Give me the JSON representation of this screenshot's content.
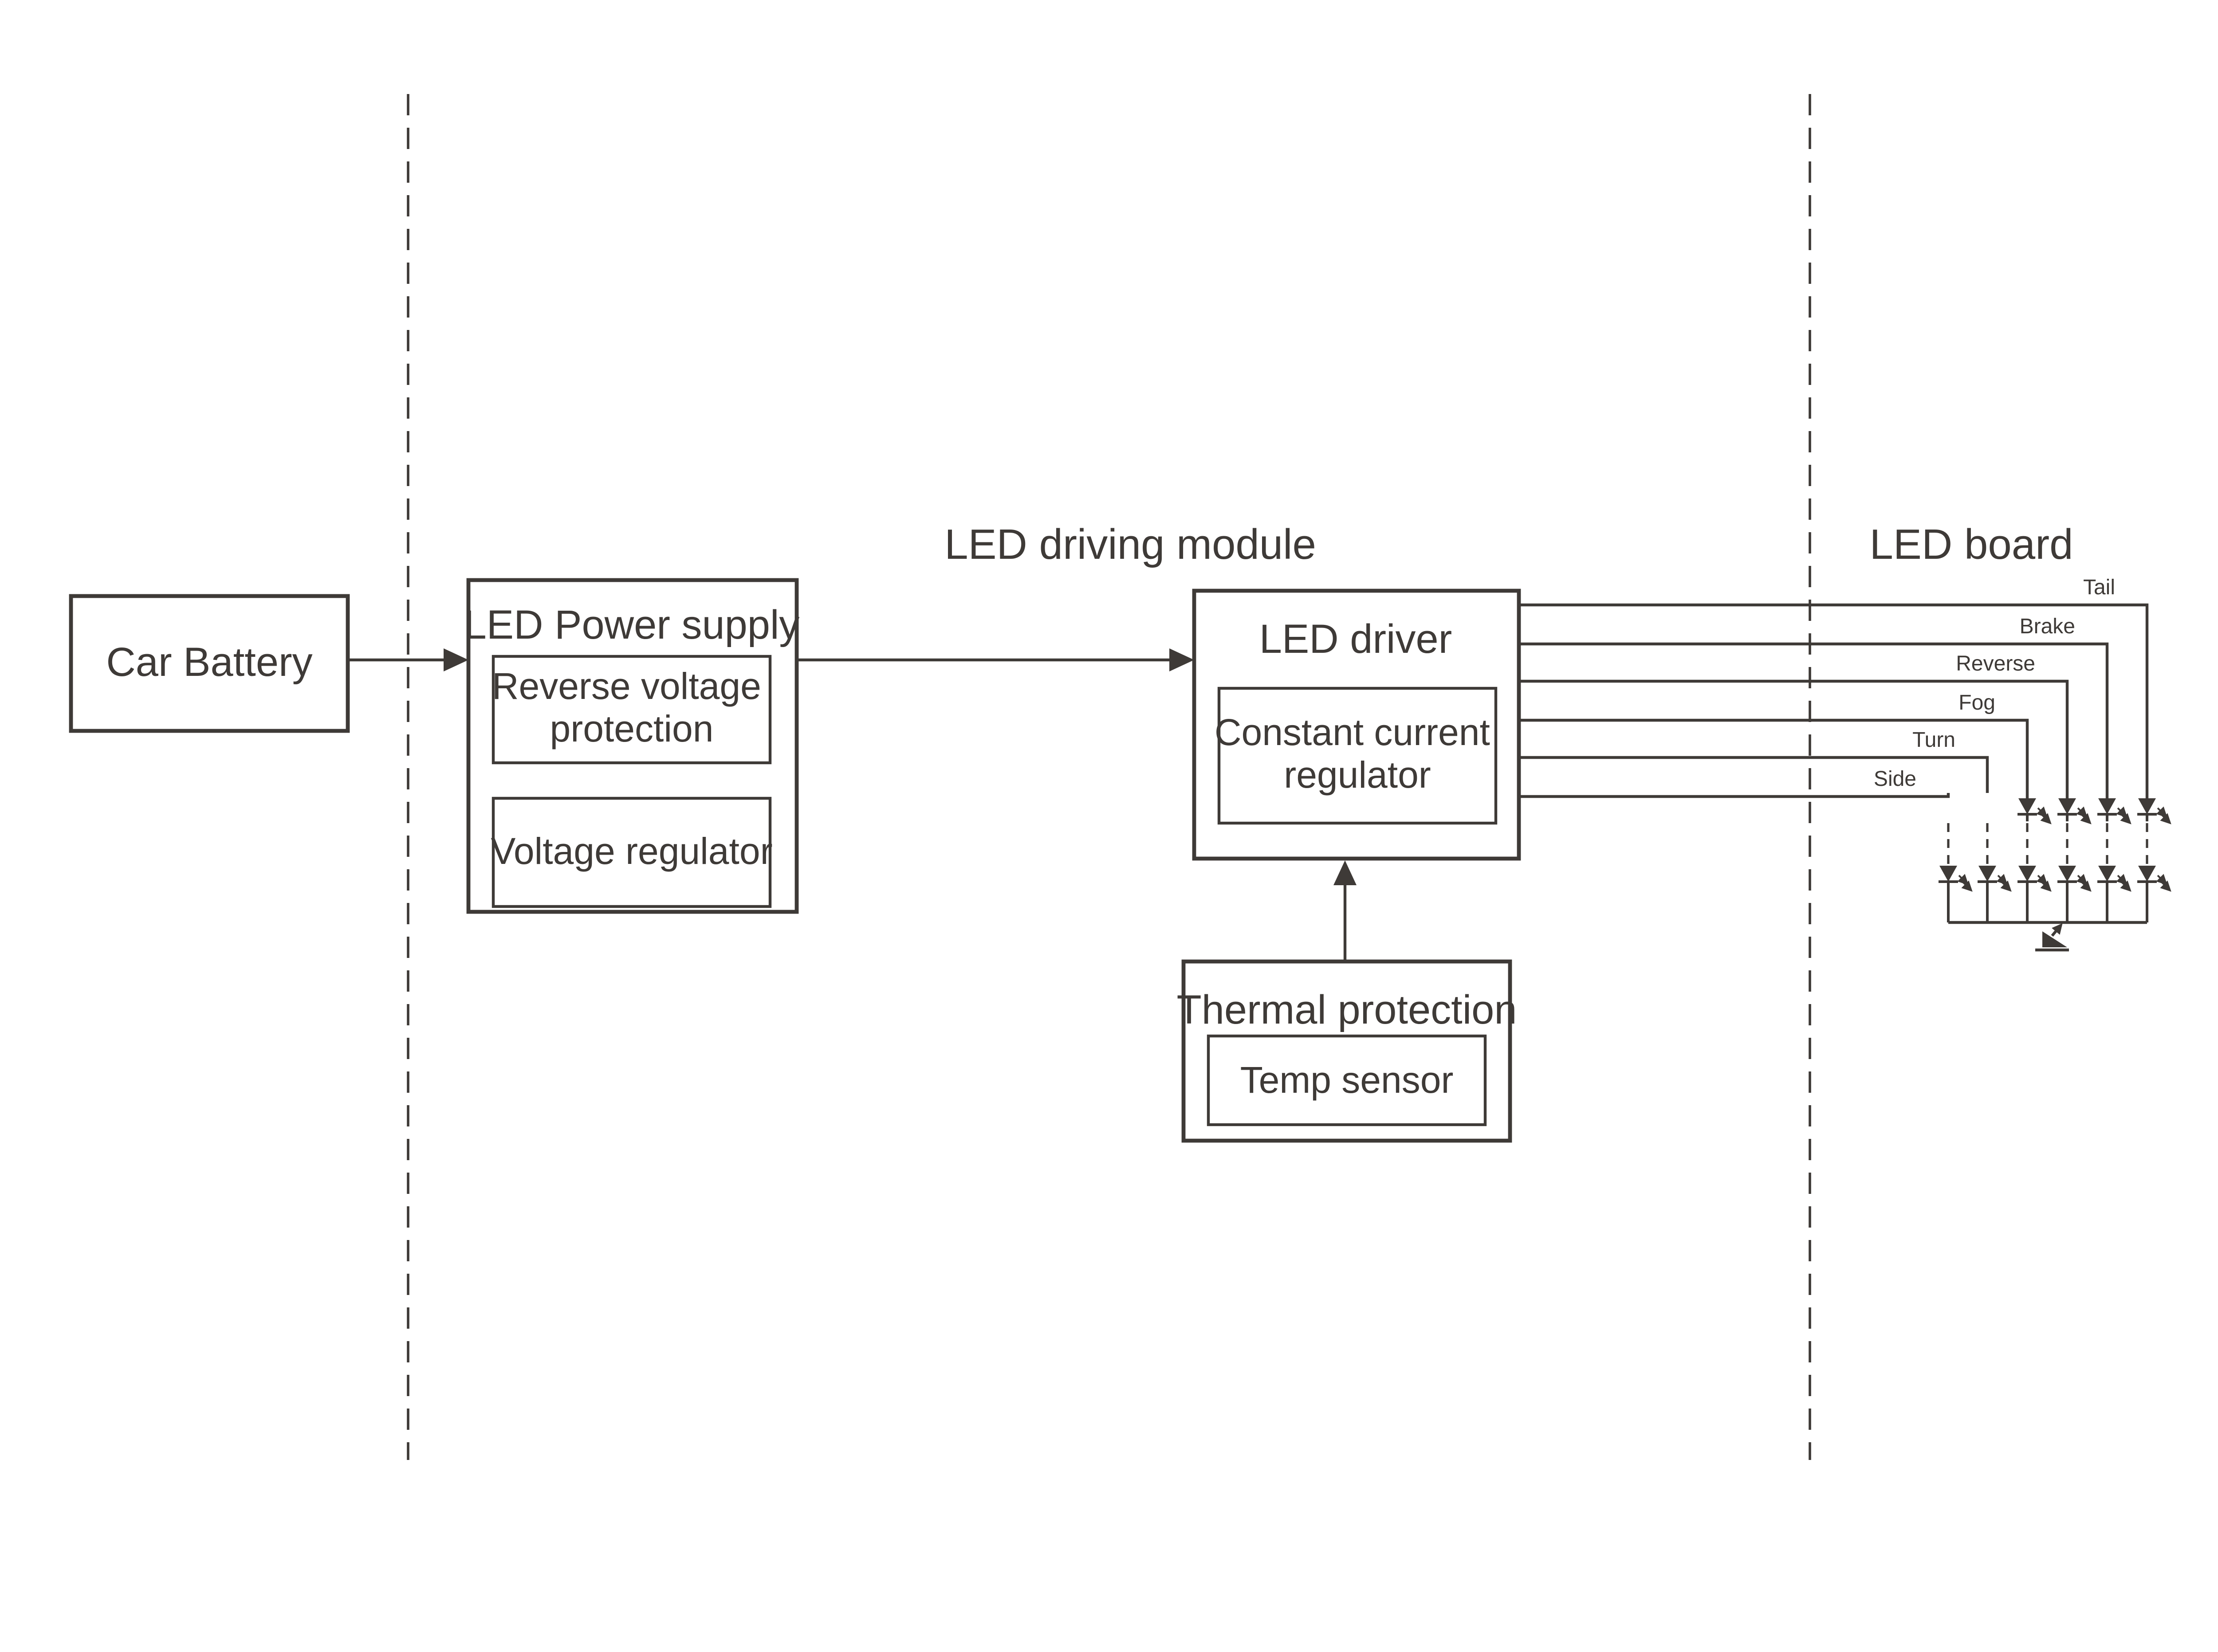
{
  "diagram": {
    "section_labels": {
      "driving_module": "LED driving module",
      "led_board": "LED board"
    },
    "nodes": {
      "car_battery": {
        "label": "Car Battery"
      },
      "led_power_supply": {
        "title": "LED Power supply",
        "blocks": [
          {
            "label": "Reverse voltage protection",
            "lines": [
              "Reverse voltage",
              "protection"
            ]
          },
          {
            "label": "Voltage regulator",
            "lines": [
              "Voltage regulator"
            ]
          }
        ]
      },
      "led_driver": {
        "title": "LED driver",
        "blocks": [
          {
            "label": "Constant current regulator",
            "lines": [
              "Constant current",
              "regulator"
            ]
          }
        ]
      },
      "thermal_protection": {
        "title": "Thermal protection",
        "blocks": [
          {
            "label": "Temp sensor",
            "lines": [
              "Temp sensor"
            ]
          }
        ]
      }
    },
    "outputs": [
      {
        "label": "Tail"
      },
      {
        "label": "Brake"
      },
      {
        "label": "Reverse"
      },
      {
        "label": "Fog"
      },
      {
        "label": "Turn"
      },
      {
        "label": "Side"
      }
    ],
    "colors": {
      "stroke": "#3e3a37",
      "background": "#ffffff"
    }
  }
}
